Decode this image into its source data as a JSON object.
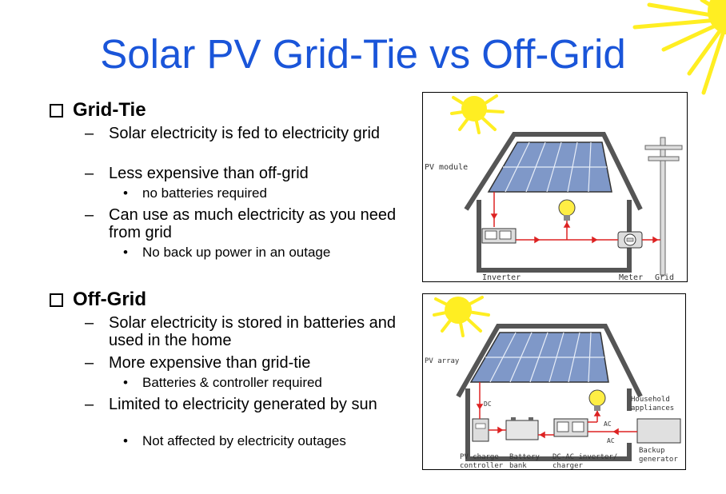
{
  "title": "Solar PV Grid-Tie vs Off-Grid",
  "sections": [
    {
      "heading": "Grid-Tie",
      "items": [
        {
          "text": "Solar electricity is fed to electricity grid",
          "subs": []
        },
        {
          "text": "Less expensive than off-grid",
          "subs": [
            "no batteries required"
          ]
        },
        {
          "text": "Can use as much electricity as you need from grid",
          "subs": [
            "No back up power in an outage"
          ]
        }
      ]
    },
    {
      "heading": "Off-Grid",
      "items": [
        {
          "text": "Solar electricity is stored in batteries and used in the home",
          "subs": []
        },
        {
          "text": "More expensive than grid-tie",
          "subs": [
            "Batteries & controller required"
          ]
        },
        {
          "text": "Limited to electricity generated by sun",
          "subs": [
            "Not affected by electricity outages"
          ]
        }
      ]
    }
  ],
  "diagram_grid_tie": {
    "pv_module": "PV module",
    "inverter": "Inverter",
    "meter": "Meter",
    "grid": "Grid"
  },
  "diagram_off_grid": {
    "pv_array": "PV array",
    "dc": "DC",
    "ac_top": "AC",
    "ac_bottom": "AC",
    "household_1": "Household",
    "household_2": "appliances",
    "charge_controller_1": "PV charge",
    "charge_controller_2": "controller",
    "battery_1": "Battery",
    "battery_2": "bank",
    "inverter_1": "DC-AC inverter/",
    "inverter_2": "charger",
    "backup_1": "Backup",
    "backup_2": "generator"
  },
  "colors": {
    "title": "#1a55d9",
    "sun": "#ffee22",
    "panel": "#7f98c8",
    "wire": "#dd2222",
    "house": "#555555"
  },
  "icons": [
    "sun-icon",
    "checkbox-bullet-icon",
    "light-bulb-icon",
    "utility-pole-icon",
    "electric-meter-icon"
  ]
}
